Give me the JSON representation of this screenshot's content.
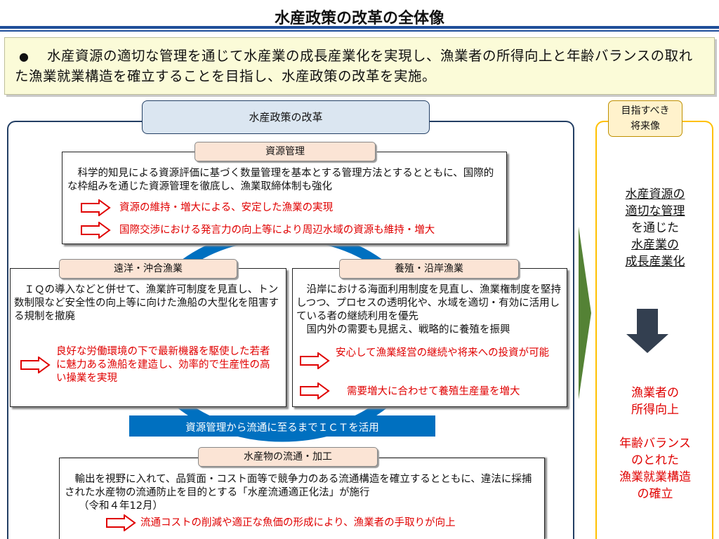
{
  "title": "水産政策の改革の全体像",
  "summary": {
    "bullet": "●",
    "text": "水産資源の適切な管理を通じて水産業の成長産業化を実現し、漁業者の所得向上と年齢バランスの取れた漁業就業構造を確立することを目指し、水産政策の改革を実施。"
  },
  "reform": {
    "title": "水産政策の改革",
    "resource": {
      "tag": "資源管理",
      "body": "　科学的知見による資源評価に基づく数量管理を基本とする管理方法とするとともに、国際的な枠組みを通じた資源管理を徹底し、漁業取締体制も強化",
      "results": [
        "資源の維持・増大による、安定した漁業の実現",
        "国際交渉における発言力の向上等により周辺水域の資源も維持・増大"
      ]
    },
    "offshore": {
      "tag": "遠洋・沖合漁業",
      "body": "　ＩＱの導入などと併せて、漁業許可制度を見直し、トン数制限など安全性の向上等に向けた漁船の大型化を阻害する規制を撤廃",
      "results": [
        "良好な労働環境の下で最新機器を駆使した若者に魅力ある漁船を建造し、効率的で生産性の高い操業を実現"
      ]
    },
    "aquaculture": {
      "tag": "養殖・沿岸漁業",
      "body1": "　沿岸における海面利用制度を見直し、漁業権制度を堅持しつつ、プロセスの透明化や、水域を適切・有効に活用している者の継続利用を優先",
      "body2": "　国内外の需要も見据え、戦略的に養殖を振興",
      "results": [
        "安心して漁業経営の継続や将来への投資が可能",
        "需要増大に合わせて養殖生産量を増大"
      ]
    },
    "ict_label": "資源管理から流通に至るまでＩＣＴを活用",
    "distribution": {
      "tag": "水産物の流通・加工",
      "body": "　輸出を視野に入れて、品質面・コスト面等で競争力のある流通構造を確立するとともに、違法に採捕された水産物の流通防止を目的とする「水産流通適正化法」が施行",
      "note": "（令和４年12月）",
      "results": [
        "流通コストの削減や適正な魚価の形成により、漁業者の手取りが向上"
      ]
    }
  },
  "future": {
    "tab_lines": [
      "目指すべき",
      "将来像"
    ],
    "top_lines": [
      "水産資源の",
      "適切な管理",
      "を通じた",
      "水産業の",
      "成長産業化"
    ],
    "top_underlined": [
      true,
      true,
      false,
      true,
      true
    ],
    "bottom_lines": [
      "漁業者の",
      "所得向上",
      "",
      "年齢バランス",
      "のとれた",
      "漁業就業構造",
      "の確立"
    ]
  },
  "colors": {
    "title_rule": "#1f4e99",
    "ring": "#0070c0",
    "frame": "#233f64",
    "red_arrow": "#e00000",
    "result_text": "#e00000",
    "green_chevron": "#548235",
    "down_arrow": "#333f50",
    "future_border": "#ffc000",
    "tag_fill": "#fbe4d5",
    "summary_fill": "#fbfbd8"
  }
}
